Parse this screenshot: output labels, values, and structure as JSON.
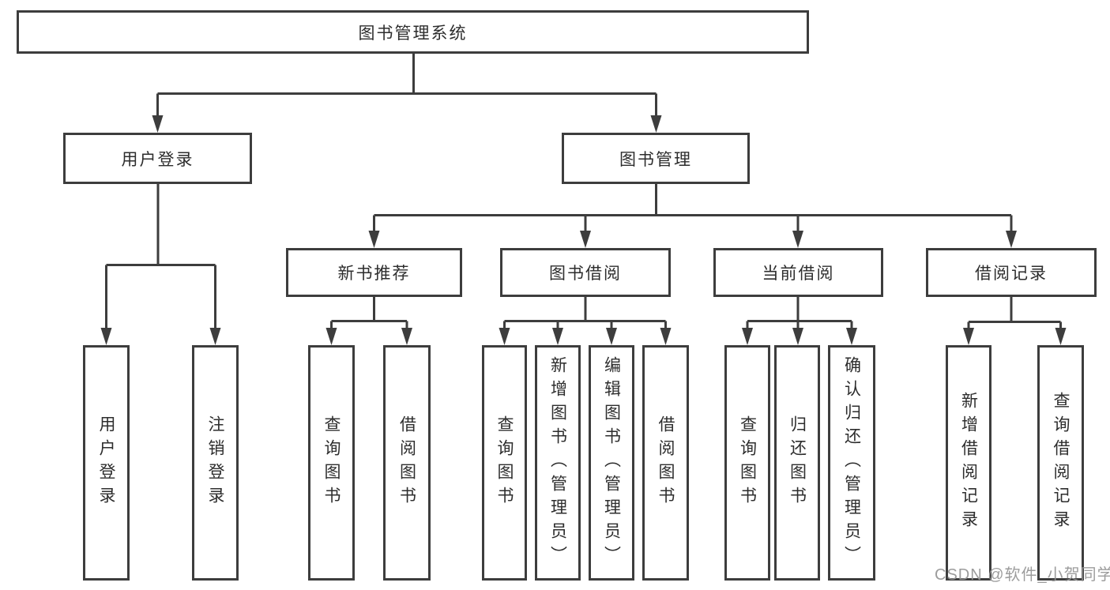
{
  "diagram": {
    "title": "图书管理系统",
    "root": {
      "label": "图书管理系统"
    },
    "branches": [
      {
        "label": "用户登录",
        "children": [
          {
            "label": "用户登录"
          },
          {
            "label": "注销登录"
          }
        ]
      },
      {
        "label": "图书管理",
        "children": [
          {
            "label": "新书推荐",
            "children": [
              {
                "label": "查询图书"
              },
              {
                "label": "借阅图书"
              }
            ]
          },
          {
            "label": "图书借阅",
            "children": [
              {
                "label": "查询图书"
              },
              {
                "label": "新增图书（管理员）"
              },
              {
                "label": "编辑图书（管理员）"
              },
              {
                "label": "借阅图书"
              }
            ]
          },
          {
            "label": "当前借阅",
            "children": [
              {
                "label": "查询图书"
              },
              {
                "label": "归还图书"
              },
              {
                "label": "确认归还（管理员）"
              }
            ]
          },
          {
            "label": "借阅记录",
            "children": [
              {
                "label": "新增借阅记录"
              },
              {
                "label": "查询借阅记录"
              }
            ]
          }
        ]
      }
    ]
  },
  "watermark": {
    "text": "CSDN @软件_小贺同学"
  },
  "colors": {
    "line": "#3d3d3d",
    "box_border": "#3d3d3d",
    "text": "#2d2d2d",
    "watermark": "#949494",
    "background": "#ffffff"
  }
}
